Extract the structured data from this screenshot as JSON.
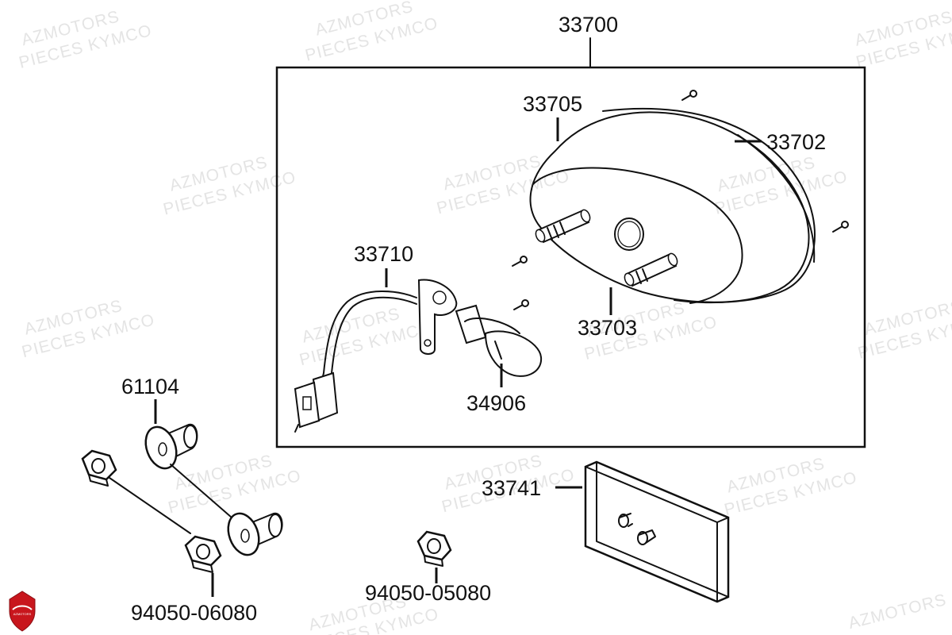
{
  "watermark": {
    "line1": "AZMOTORS",
    "line2": "PIECES KYMCO"
  },
  "logo": {
    "name": "azmotors-logo",
    "text": "AZMOTORS"
  },
  "labels": {
    "assembly": "33700",
    "housing_cover": "33705",
    "lens": "33702",
    "base": "33703",
    "socket_harness": "33710",
    "bulb": "34906",
    "collar": "61104",
    "reflector": "33741",
    "nut_left": "94050-06080",
    "nut_center": "94050-05080"
  },
  "colors": {
    "line": "#111111",
    "watermark": "#e4e4e4",
    "logo_red": "#c8161d"
  }
}
